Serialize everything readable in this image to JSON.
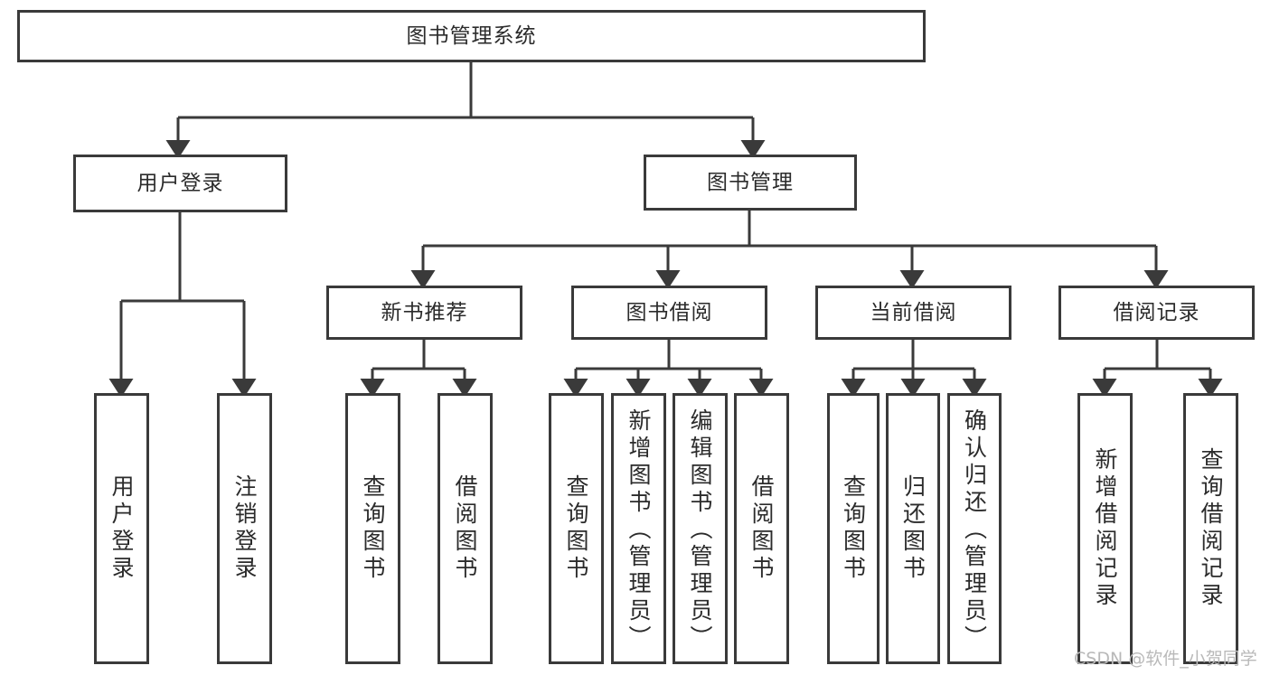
{
  "diagram": {
    "type": "tree-hierarchy",
    "root": {
      "id": "root",
      "label": "图书管理系统"
    },
    "level2": [
      {
        "id": "user-login",
        "label": "用户登录"
      },
      {
        "id": "book-management",
        "label": "图书管理"
      }
    ],
    "level3": [
      {
        "id": "new-book-recommend",
        "label": "新书推荐",
        "parent": "book-management"
      },
      {
        "id": "book-borrow",
        "label": "图书借阅",
        "parent": "book-management"
      },
      {
        "id": "current-borrow",
        "label": "当前借阅",
        "parent": "book-management"
      },
      {
        "id": "borrow-record",
        "label": "借阅记录",
        "parent": "book-management"
      }
    ],
    "leaves": {
      "user_login": [
        {
          "id": "leaf-user-login",
          "label": "用户登录"
        },
        {
          "id": "leaf-user-logout",
          "label": "注销登录"
        }
      ],
      "new_book_recommend": [
        {
          "id": "leaf-query-book-1",
          "label": "查询图书"
        },
        {
          "id": "leaf-borrow-book-1",
          "label": "借阅图书"
        }
      ],
      "book_borrow": [
        {
          "id": "leaf-query-book-2",
          "label": "查询图书"
        },
        {
          "id": "leaf-add-book",
          "label": "新增图书（管理员）"
        },
        {
          "id": "leaf-edit-book",
          "label": "编辑图书（管理员）"
        },
        {
          "id": "leaf-borrow-book-2",
          "label": "借阅图书"
        }
      ],
      "current_borrow": [
        {
          "id": "leaf-query-book-3",
          "label": "查询图书"
        },
        {
          "id": "leaf-return-book",
          "label": "归还图书"
        },
        {
          "id": "leaf-confirm-return",
          "label": "确认归还（管理员）"
        }
      ],
      "borrow_record": [
        {
          "id": "leaf-add-record",
          "label": "新增借阅记录"
        },
        {
          "id": "leaf-query-record",
          "label": "查询借阅记录"
        }
      ]
    },
    "colors": {
      "stroke": "#3a3a3a",
      "text": "#2b2b2b",
      "background": "#ffffff",
      "watermark": "#b9b9b9"
    }
  },
  "watermark": {
    "text": "CSDN @软件_小贺同学"
  }
}
